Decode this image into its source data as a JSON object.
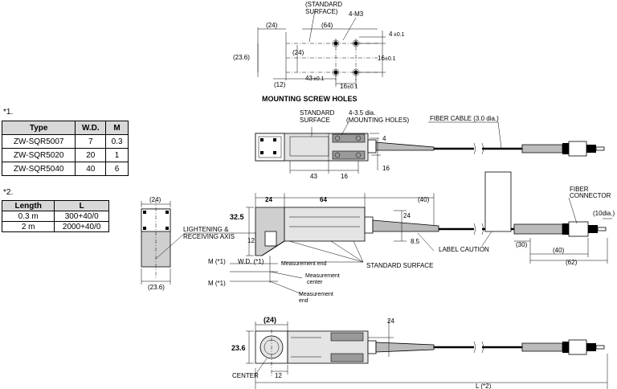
{
  "notes": {
    "n1": "*1.",
    "n2": "*2."
  },
  "table1": {
    "headers": [
      "Type",
      "W.D.",
      "M"
    ],
    "rows": [
      [
        "ZW-SQR5007",
        "7",
        "0.3"
      ],
      [
        "ZW-SQR5020",
        "20",
        "1"
      ],
      [
        "ZW-SQR5040",
        "40",
        "6"
      ]
    ]
  },
  "table2": {
    "headers": [
      "Length",
      "L"
    ],
    "rows": [
      [
        "0.3 m",
        "300+40/0"
      ],
      [
        "2 m",
        "2000+40/0"
      ]
    ]
  },
  "holes": {
    "title": "MOUNTING SCREW HOLES",
    "std_surface_1": "(STANDARD",
    "std_surface_2": "SURFACE)",
    "m3": "4-M3",
    "d24a": "(24)",
    "d64": "(64)",
    "d4": "4",
    "d4tol": "±0.1",
    "d236": "(23.6)",
    "d24b": "(24)",
    "d16v": "16",
    "d16vtol": "±0.1",
    "d12": "(12)",
    "d43": "43",
    "d43tol": "±0.1",
    "d16h": "16",
    "d16htol": "±0.1"
  },
  "top_view": {
    "std_1": "STANDARD",
    "std_2": "SURFACE",
    "dia_1": "4-3.5 dia.",
    "dia_2": "(MOUNTING HOLES)",
    "fiber_cable": "FIBER CABLE (3.0 dia.)",
    "d4": "4",
    "d43": "43",
    "d16": "16",
    "d16v": "16"
  },
  "end_view": {
    "d24": "(24)",
    "d236": "(23.6)"
  },
  "side_view": {
    "d24": "24",
    "d64": "64",
    "d40": "(40)",
    "d325": "32.5",
    "d24r": "24",
    "d12": "12",
    "d85": "8.5",
    "lightening_1": "LIGHTENING &",
    "lightening_2": "RECEIVING AXIS",
    "m_wd": "M (*1)",
    "wd": "W.D. (*1)",
    "m2": "M (*1)",
    "meas_end_top": "Measurement end",
    "meas_center_1": "Measurement",
    "meas_center_2": "center",
    "meas_end_1": "Measurement",
    "meas_end_2": "end",
    "std_surface": "STANDARD SURFACE",
    "label_caution": "LABEL CAUTION",
    "d30": "(30)",
    "d40b": "(40)",
    "d62": "(62)",
    "fiber_connector_1": "FIBER",
    "fiber_connector_2": "CONNECTOR",
    "d10dia": "(10dia.)"
  },
  "bottom_view": {
    "d24": "(24)",
    "d236": "23.6",
    "d24r": "24",
    "center": "CENTER",
    "d12": "12",
    "lnote": "L (*2)"
  }
}
